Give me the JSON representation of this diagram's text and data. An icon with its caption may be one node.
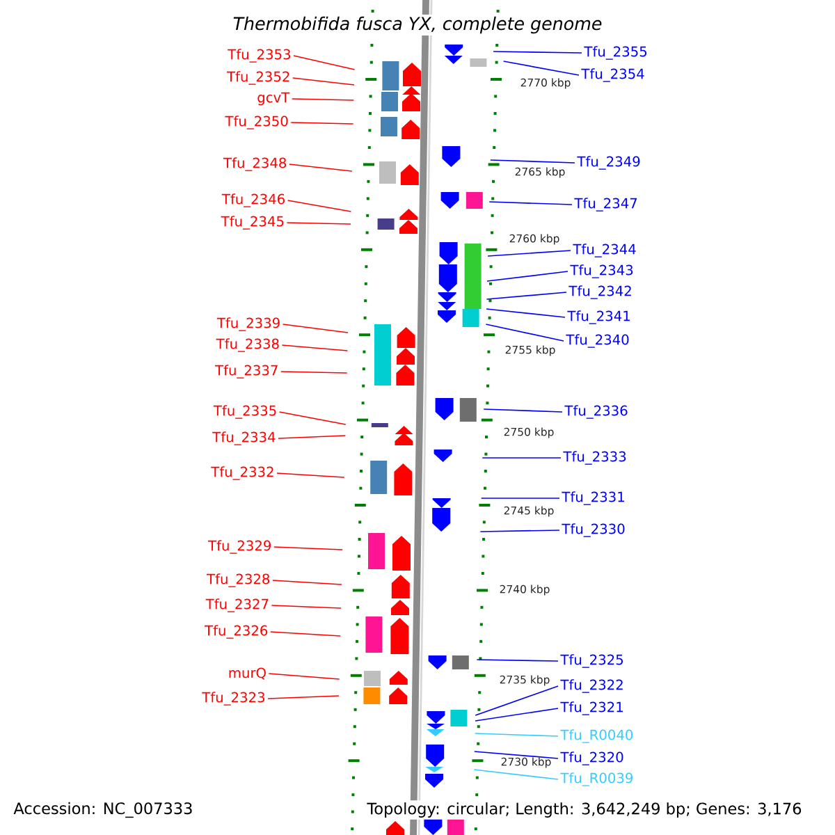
{
  "diagram": {
    "title": "Thermobifida fusca YX, complete genome",
    "nodes": [
      {
        "text": [
          "Tfu_2353"
        ]
      },
      {
        "text": [
          "Tfu_2352"
        ]
      },
      {
        "text": [
          "gcvT"
        ]
      },
      {
        "text": [
          "Tfu_2350"
        ]
      },
      {
        "text": [
          "Tfu_2348"
        ]
      },
      {
        "text": [
          "Tfu_2346"
        ]
      },
      {
        "text": [
          "Tfu_2345"
        ]
      },
      {
        "text": [
          "Tfu_2339"
        ]
      },
      {
        "text": [
          "Tfu_2338"
        ]
      },
      {
        "text": [
          "Tfu_2337"
        ]
      },
      {
        "text": [
          "Tfu_2335"
        ]
      },
      {
        "text": [
          "Tfu_2334"
        ]
      },
      {
        "text": [
          "Tfu_2332"
        ]
      },
      {
        "text": [
          "Tfu_2329"
        ]
      },
      {
        "text": [
          "Tfu_2328"
        ]
      },
      {
        "text": [
          "Tfu_2327"
        ]
      },
      {
        "text": [
          "Tfu_2326"
        ]
      },
      {
        "text": [
          "murQ"
        ]
      },
      {
        "text": [
          "Tfu_2323"
        ]
      },
      {
        "text": [
          "Tfu_2355"
        ]
      },
      {
        "text": [
          "Tfu_2354"
        ]
      },
      {
        "text": [
          "Tfu_2349"
        ]
      },
      {
        "text": [
          "Tfu_2347"
        ]
      },
      {
        "text": [
          "Tfu_2344"
        ]
      },
      {
        "text": [
          "Tfu_2343"
        ]
      },
      {
        "text": [
          "Tfu_2342"
        ]
      },
      {
        "text": [
          "Tfu_2341"
        ]
      },
      {
        "text": [
          "Tfu_2340"
        ]
      },
      {
        "text": [
          "Tfu_2336"
        ]
      },
      {
        "text": [
          "Tfu_2333"
        ]
      },
      {
        "text": [
          "Tfu_2331"
        ]
      },
      {
        "text": [
          "Tfu_2330"
        ]
      },
      {
        "text": [
          "Tfu_2325"
        ]
      },
      {
        "text": [
          "Tfu_2322"
        ]
      },
      {
        "text": [
          "Tfu_2321"
        ]
      },
      {
        "text": [
          "Tfu_R0040"
        ]
      },
      {
        "text": [
          "Tfu_2320"
        ]
      },
      {
        "text": [
          "Tfu_R0039"
        ]
      }
    ],
    "edges": [
      {
        "from": 0,
        "to": null,
        "arrow": "none",
        "color": "#ff0000"
      },
      {
        "from": 1,
        "to": null,
        "arrow": "none",
        "color": "#ff0000"
      },
      {
        "from": 2,
        "to": null,
        "arrow": "none",
        "color": "#ff0000"
      },
      {
        "from": 3,
        "to": null,
        "arrow": "none",
        "color": "#ff0000"
      },
      {
        "from": 4,
        "to": null,
        "arrow": "none",
        "color": "#ff0000"
      },
      {
        "from": 5,
        "to": null,
        "arrow": "none",
        "color": "#ff0000"
      },
      {
        "from": 6,
        "to": null,
        "arrow": "none",
        "color": "#ff0000"
      },
      {
        "from": 7,
        "to": null,
        "arrow": "none",
        "color": "#ff0000"
      },
      {
        "from": 8,
        "to": null,
        "arrow": "none",
        "color": "#ff0000"
      },
      {
        "from": 9,
        "to": null,
        "arrow": "none",
        "color": "#ff0000"
      },
      {
        "from": 10,
        "to": null,
        "arrow": "none",
        "color": "#ff0000"
      },
      {
        "from": 11,
        "to": null,
        "arrow": "none",
        "color": "#ff0000"
      },
      {
        "from": 12,
        "to": null,
        "arrow": "none",
        "color": "#ff0000"
      },
      {
        "from": 13,
        "to": null,
        "arrow": "none",
        "color": "#ff0000"
      },
      {
        "from": 14,
        "to": null,
        "arrow": "none",
        "color": "#ff0000"
      },
      {
        "from": 15,
        "to": null,
        "arrow": "none",
        "color": "#ff0000"
      },
      {
        "from": 16,
        "to": null,
        "arrow": "none",
        "color": "#ff0000"
      },
      {
        "from": 17,
        "to": null,
        "arrow": "none",
        "color": "#ff0000"
      },
      {
        "from": 18,
        "to": null,
        "arrow": "none",
        "color": "#ff0000"
      },
      {
        "from": 19,
        "to": null,
        "arrow": "none",
        "color": "#0000ff"
      },
      {
        "from": 20,
        "to": null,
        "arrow": "none",
        "color": "#0000ff"
      },
      {
        "from": 21,
        "to": null,
        "arrow": "none",
        "color": "#0000ff"
      },
      {
        "from": 22,
        "to": null,
        "arrow": "none",
        "color": "#0000ff"
      },
      {
        "from": 23,
        "to": null,
        "arrow": "none",
        "color": "#0000ff"
      },
      {
        "from": 24,
        "to": null,
        "arrow": "none",
        "color": "#0000ff"
      },
      {
        "from": 25,
        "to": null,
        "arrow": "none",
        "color": "#0000ff"
      },
      {
        "from": 26,
        "to": null,
        "arrow": "none",
        "color": "#0000ff"
      },
      {
        "from": 27,
        "to": null,
        "arrow": "none",
        "color": "#0000ff"
      },
      {
        "from": 28,
        "to": null,
        "arrow": "none",
        "color": "#0000ff"
      },
      {
        "from": 29,
        "to": null,
        "arrow": "none",
        "color": "#0000ff"
      },
      {
        "from": 30,
        "to": null,
        "arrow": "none",
        "color": "#0000ff"
      },
      {
        "from": 31,
        "to": null,
        "arrow": "none",
        "color": "#0000ff"
      },
      {
        "from": 32,
        "to": null,
        "arrow": "none",
        "color": "#0000ff"
      },
      {
        "from": 33,
        "to": null,
        "arrow": "none",
        "color": "#0000ff"
      },
      {
        "from": 34,
        "to": null,
        "arrow": "none",
        "color": "#0000ff"
      },
      {
        "from": 35,
        "to": null,
        "arrow": "none",
        "color": "#33ccff"
      },
      {
        "from": 36,
        "to": null,
        "arrow": "none",
        "color": "#0000ff"
      },
      {
        "from": 37,
        "to": null,
        "arrow": "none",
        "color": "#33ccff"
      }
    ],
    "labels": [
      "2770 kbp",
      "2765 kbp",
      "2760 kbp",
      "2755 kbp",
      "2750 kbp",
      "2745 kbp",
      "2740 kbp",
      "2735 kbp",
      "2730 kbp",
      "Accession: NC_007333",
      "Topology: circular; Length: 3,642,249 bp; Genes: 3,176"
    ]
  }
}
